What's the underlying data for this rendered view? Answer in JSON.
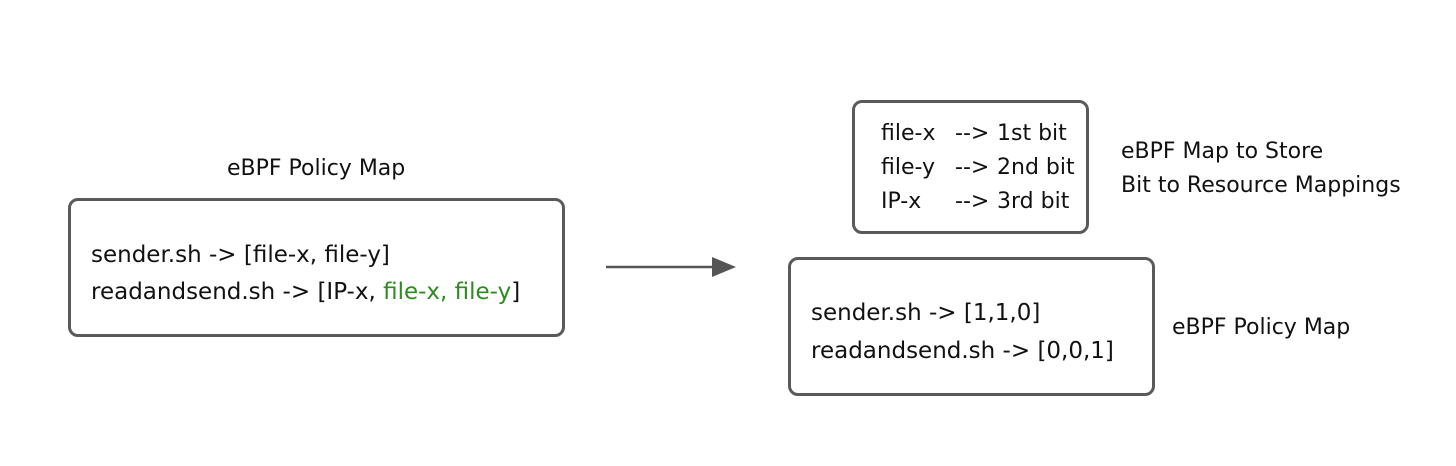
{
  "left": {
    "title": "eBPF Policy Map",
    "line1": "sender.sh -> [file-x, file-y]",
    "line2_prefix": "readandsend.sh -> [IP-x, ",
    "line2_green": "file-x, file-y",
    "line2_suffix": "]"
  },
  "right_top": {
    "rows": [
      {
        "key": "file-x",
        "arrow": "-->",
        "value": "1st bit"
      },
      {
        "key": "file-y",
        "arrow": "-->",
        "value": "2nd bit"
      },
      {
        "key": "IP-x",
        "arrow": "-->",
        "value": "3rd bit"
      }
    ],
    "label_line1": "eBPF Map to Store",
    "label_line2": "Bit to Resource Mappings"
  },
  "right_bottom": {
    "line1": "sender.sh -> [1,1,0]",
    "line2": "readandsend.sh -> [0,0,1]",
    "label": "eBPF Policy Map"
  },
  "colors": {
    "box_border": "#5a5a5a",
    "highlight": "#2e8b1f",
    "arrow": "#555555"
  }
}
